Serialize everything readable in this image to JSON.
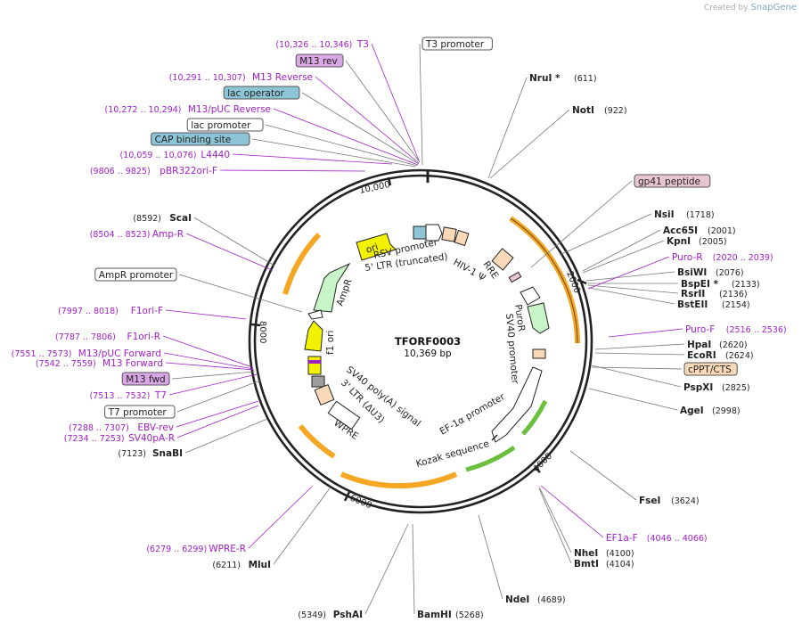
{
  "credit": {
    "prefix": "Created by",
    "brand": "SnapGene"
  },
  "plasmid": {
    "name": "TFORF0003",
    "size_label": "10,369 bp",
    "length": 10369
  },
  "ticks": [
    "2000",
    "4000",
    "6000",
    "8000",
    "10,000"
  ],
  "colors": {
    "backbone": "#222222",
    "primer": "#a020c8",
    "orange": "#f5a623",
    "green": "#6abf3c"
  },
  "labels": [
    {
      "kind": "primer",
      "pos": "(10,326 .. 10,346)",
      "name": "T3"
    },
    {
      "kind": "box",
      "name": "T3 promoter",
      "fill": "#ffffff"
    },
    {
      "kind": "box",
      "name": "M13 rev",
      "fill": "#d9a6e6"
    },
    {
      "kind": "primer",
      "pos": "(10,291 .. 10,307)",
      "name": "M13 Reverse"
    },
    {
      "kind": "box",
      "name": "lac operator",
      "fill": "#8ec5d6"
    },
    {
      "kind": "primer",
      "pos": "(10,272 .. 10,294)",
      "name": "M13/pUC Reverse"
    },
    {
      "kind": "box",
      "name": "lac promoter",
      "fill": "#ffffff"
    },
    {
      "kind": "box",
      "name": "CAP binding site",
      "fill": "#8ec5d6"
    },
    {
      "kind": "primer",
      "pos": "(10,059 .. 10,076)",
      "name": "L4440"
    },
    {
      "kind": "primer",
      "pos": "(9806 .. 9825)",
      "name": "pBR322ori-F"
    },
    {
      "kind": "enzyme",
      "pos": "(8592)",
      "name": "ScaI"
    },
    {
      "kind": "primer",
      "pos": "(8504 .. 8523)",
      "name": "Amp-R"
    },
    {
      "kind": "box",
      "name": "AmpR promoter",
      "fill": "#ffffff"
    },
    {
      "kind": "primer",
      "pos": "(7997 .. 8018)",
      "name": "F1ori-F"
    },
    {
      "kind": "primer",
      "pos": "(7787 .. 7806)",
      "name": "F1ori-R"
    },
    {
      "kind": "primer",
      "pos": "(7551 .. 7573)",
      "name": "M13/pUC Forward"
    },
    {
      "kind": "primer",
      "pos": "(7542 .. 7559)",
      "name": "M13 Forward"
    },
    {
      "kind": "box",
      "name": "M13 fwd",
      "fill": "#d9a6e6"
    },
    {
      "kind": "primer",
      "pos": "(7513 .. 7532)",
      "name": "T7"
    },
    {
      "kind": "box",
      "name": "T7 promoter",
      "fill": "#ffffff"
    },
    {
      "kind": "primer",
      "pos": "(7288 .. 7307)",
      "name": "EBV-rev"
    },
    {
      "kind": "primer",
      "pos": "(7234 .. 7253)",
      "name": "SV40pA-R"
    },
    {
      "kind": "enzyme",
      "pos": "(7123)",
      "name": "SnaBI"
    },
    {
      "kind": "primer",
      "pos": "(6279 .. 6299)",
      "name": "WPRE-R"
    },
    {
      "kind": "enzyme",
      "pos": "(6211)",
      "name": "MluI"
    },
    {
      "kind": "enzyme",
      "pos": "(5349)",
      "name": "PshAI"
    },
    {
      "kind": "enzyme",
      "pos": "(5268)",
      "name": "BamHI"
    },
    {
      "kind": "enzyme",
      "pos": "(4689)",
      "name": "NdeI"
    },
    {
      "kind": "enzyme",
      "pos": "(4104)",
      "name": "BmtI"
    },
    {
      "kind": "enzyme",
      "pos": "(4100)",
      "name": "NheI"
    },
    {
      "kind": "primer",
      "pos": "(4046 .. 4066)",
      "name": "EF1a-F"
    },
    {
      "kind": "enzyme",
      "pos": "(3624)",
      "name": "FseI"
    },
    {
      "kind": "enzyme",
      "pos": "(2998)",
      "name": "AgeI"
    },
    {
      "kind": "enzyme",
      "pos": "(2825)",
      "name": "PspXI"
    },
    {
      "kind": "box",
      "name": "cPPT/CTS",
      "fill": "#f9d9b8"
    },
    {
      "kind": "enzyme",
      "pos": "(2624)",
      "name": "EcoRI"
    },
    {
      "kind": "enzyme",
      "pos": "(2620)",
      "name": "HpaI"
    },
    {
      "kind": "primer",
      "pos": "(2516 .. 2536)",
      "name": "Puro-F"
    },
    {
      "kind": "enzyme",
      "pos": "(2154)",
      "name": "BstEII"
    },
    {
      "kind": "enzyme",
      "pos": "(2136)",
      "name": "RsrII"
    },
    {
      "kind": "enzyme",
      "pos": "(2133)",
      "name": "BspEI *"
    },
    {
      "kind": "enzyme",
      "pos": "(2076)",
      "name": "BsiWI"
    },
    {
      "kind": "primer",
      "pos": "(2020 .. 2039)",
      "name": "Puro-R"
    },
    {
      "kind": "enzyme",
      "pos": "(2005)",
      "name": "KpnI"
    },
    {
      "kind": "enzyme",
      "pos": "(2001)",
      "name": "Acc65I"
    },
    {
      "kind": "enzyme",
      "pos": "(1718)",
      "name": "NsiI"
    },
    {
      "kind": "box",
      "name": "gp41 peptide",
      "fill": "#e8c6cf"
    },
    {
      "kind": "enzyme",
      "pos": "(922)",
      "name": "NotI"
    },
    {
      "kind": "enzyme",
      "pos": "(611)",
      "name": "NruI *"
    }
  ],
  "features": [
    "RSV promoter",
    "5' LTR (truncated)",
    "HIV-1 Ψ",
    "RRE",
    "PuroR",
    "SV40 promoter",
    "EF-1α promoter",
    "Kozak sequence",
    "SV40 poly(A) signal",
    "3' LTR (ΔU3)",
    "WPRE",
    "f1 ori",
    "AmpR",
    "ori"
  ]
}
